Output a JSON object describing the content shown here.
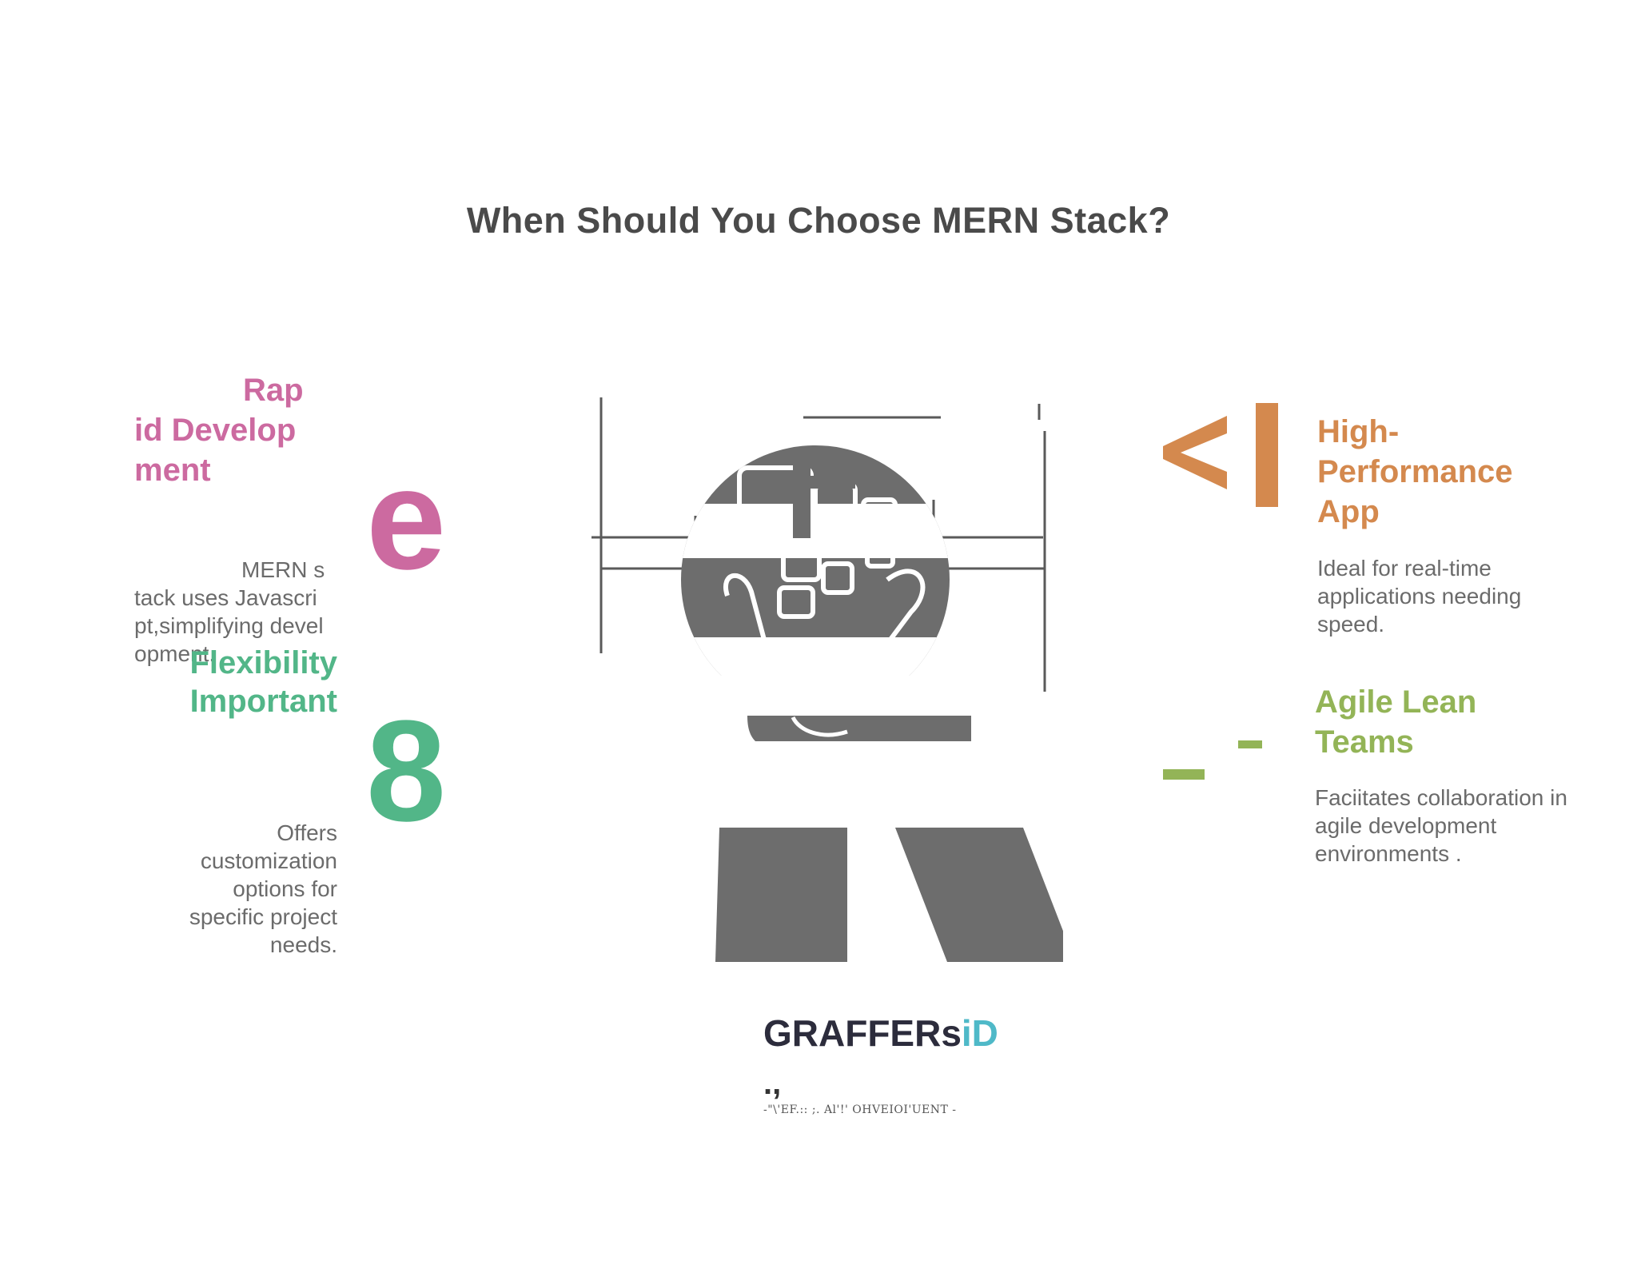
{
  "title": "When Should You Choose MERN Stack?",
  "colors": {
    "rapid": "#cc6aa0",
    "flexibility": "#52b688",
    "performance": "#d4894e",
    "agile": "#93b457",
    "text": "#6b6b6b",
    "illustration": "#6d6d6d",
    "logo_dark": "#2c2c3c",
    "logo_accent": "#4fb9c8"
  },
  "left": [
    {
      "title": "Rapid Development",
      "description": "MERN stack uses Javascript,simplifying development.",
      "icon_glyph": "e"
    },
    {
      "title": "Flexibility Important",
      "description": "Offers customization options for specific project needs.",
      "icon_glyph": "8"
    }
  ],
  "right": [
    {
      "title": "High-Performance App",
      "description": "Ideal for real-time applications needing speed.",
      "icon": "code-bracket-icon"
    },
    {
      "title": "Agile Lean Teams",
      "description": "Faciitates collaboration in agile development environments .",
      "icon": "dash-lines-icon"
    }
  ],
  "center": {
    "icon": "hand-holding-phone-illustration"
  },
  "logo": {
    "main": "GRAFFERs",
    "accent": "iD",
    "mark": ".,",
    "tagline": "-\"\\'EF.:: ;. Al'!' OHVEIOI'UENT -"
  }
}
